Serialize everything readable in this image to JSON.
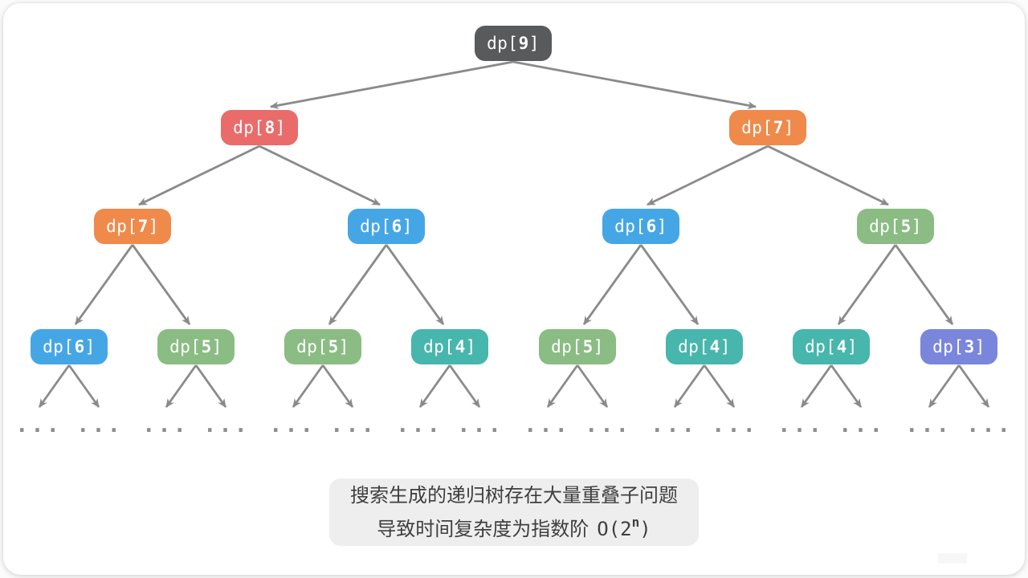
{
  "colors": {
    "node_text": "#ffffff",
    "arrow": "#8a8a8a",
    "ellipsis": "#8d8d8d",
    "caption_bg": "#eeeeee",
    "caption_text": "#3f3f3f"
  },
  "tree": {
    "ellipsis": "...",
    "nodes": {
      "root": {
        "pre": "dp[",
        "n": "9",
        "post": "]",
        "color": "#595a5c"
      },
      "l2a": {
        "pre": "dp[",
        "n": "8",
        "post": "]",
        "color": "#e96c6b"
      },
      "l2b": {
        "pre": "dp[",
        "n": "7",
        "post": "]",
        "color": "#ef8a4b"
      },
      "l3a": {
        "pre": "dp[",
        "n": "7",
        "post": "]",
        "color": "#ef8a4b"
      },
      "l3b": {
        "pre": "dp[",
        "n": "6",
        "post": "]",
        "color": "#45a6e6"
      },
      "l3c": {
        "pre": "dp[",
        "n": "6",
        "post": "]",
        "color": "#45a6e6"
      },
      "l3d": {
        "pre": "dp[",
        "n": "5",
        "post": "]",
        "color": "#8abc83"
      },
      "l4a": {
        "pre": "dp[",
        "n": "6",
        "post": "]",
        "color": "#45a6e6"
      },
      "l4b": {
        "pre": "dp[",
        "n": "5",
        "post": "]",
        "color": "#8abc83"
      },
      "l4c": {
        "pre": "dp[",
        "n": "5",
        "post": "]",
        "color": "#8abc83"
      },
      "l4d": {
        "pre": "dp[",
        "n": "4",
        "post": "]",
        "color": "#47b6ac"
      },
      "l4e": {
        "pre": "dp[",
        "n": "5",
        "post": "]",
        "color": "#8abc83"
      },
      "l4f": {
        "pre": "dp[",
        "n": "4",
        "post": "]",
        "color": "#47b6ac"
      },
      "l4g": {
        "pre": "dp[",
        "n": "4",
        "post": "]",
        "color": "#47b6ac"
      },
      "l4h": {
        "pre": "dp[",
        "n": "3",
        "post": "]",
        "color": "#7a85dc"
      }
    }
  },
  "caption": {
    "line1": "搜索生成的递归树存在大量重叠子问题",
    "line2_text": "导致时间复杂度为指数阶",
    "math_pre": "O(2",
    "math_sup": "n",
    "math_post": ")"
  }
}
